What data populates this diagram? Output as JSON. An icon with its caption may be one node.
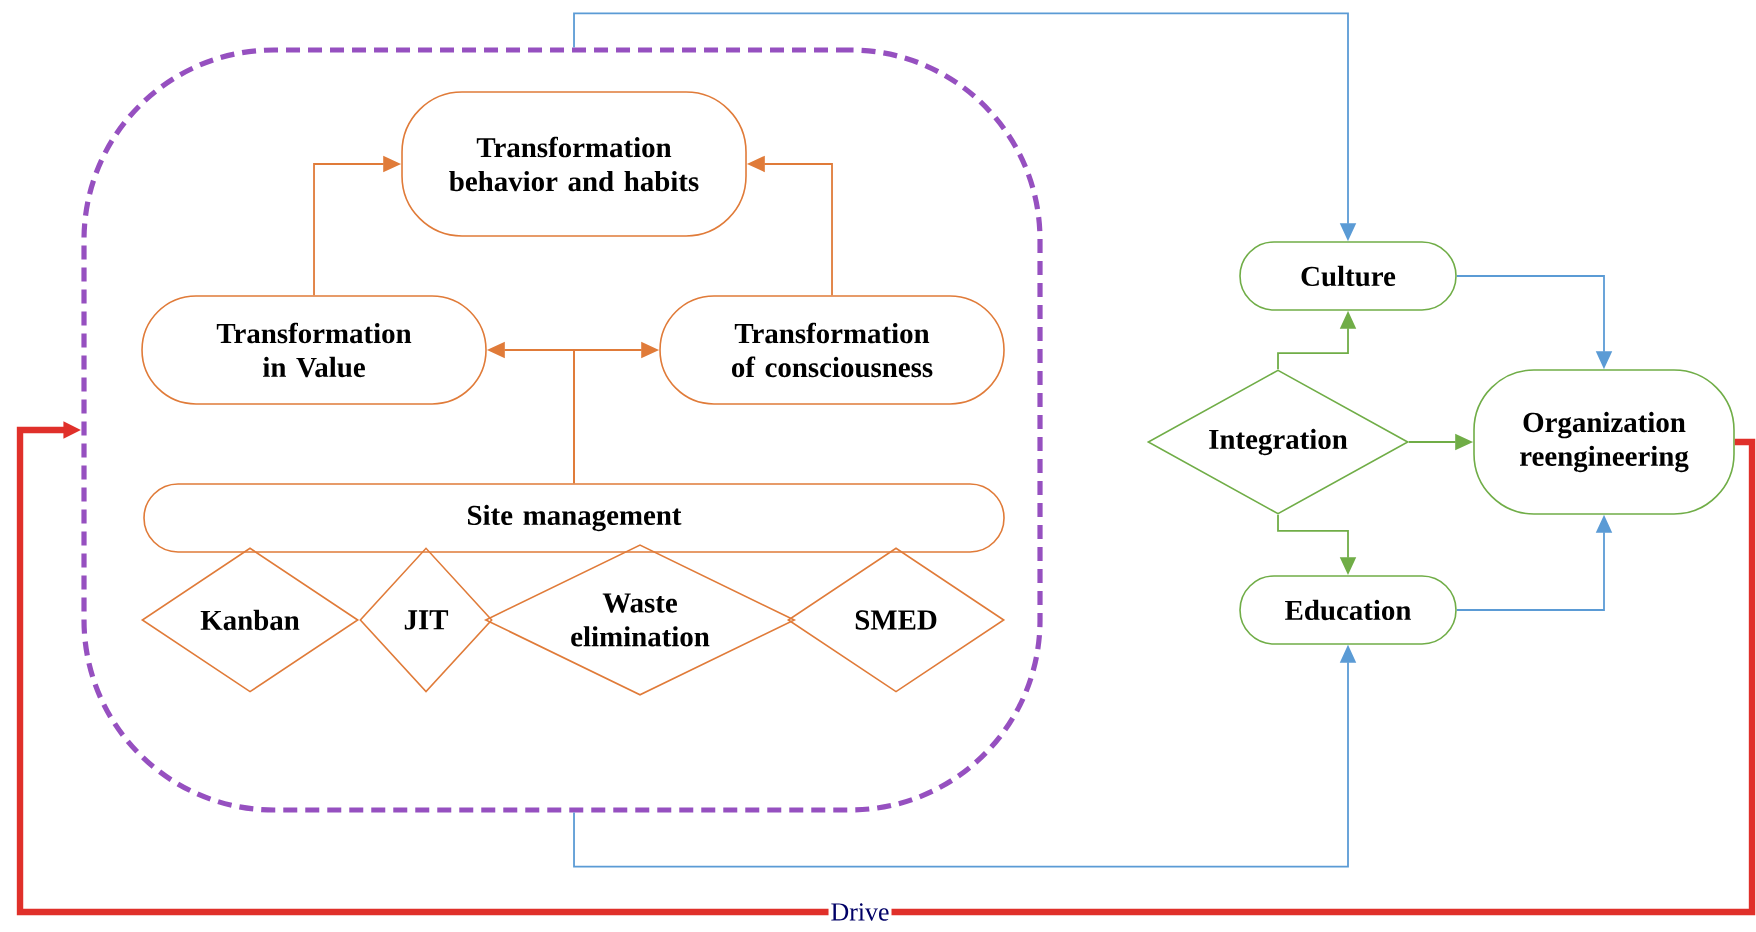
{
  "diagram": {
    "nodes": [
      {
        "text": [],
        "shape": "box"
      },
      {
        "text": [
          "Transformation behavior and habits"
        ],
        "in": 0
      },
      {
        "text": [
          "Transformation in Value"
        ],
        "in": 0
      },
      {
        "text": [
          "Transformation of consciousness"
        ],
        "in": 0
      },
      {
        "text": [
          "Site management"
        ],
        "in": 0
      },
      {
        "text": [
          "Kanban"
        ],
        "in": 0
      },
      {
        "text": [
          "JIT"
        ],
        "in": 0
      },
      {
        "text": [
          "Waste elimination"
        ],
        "in": 0
      },
      {
        "text": [
          "SMED"
        ],
        "in": 0
      },
      {
        "text": [
          "Culture"
        ]
      },
      {
        "text": [
          "Integration"
        ]
      },
      {
        "text": [
          "Organization reengineering"
        ]
      },
      {
        "text": [
          "Education"
        ]
      }
    ],
    "edges": [
      {
        "from": 2,
        "to": 1,
        "arrow": "to"
      },
      {
        "from": 3,
        "to": 1,
        "arrow": "to"
      },
      {
        "from": 4,
        "to": 2,
        "arrow": "to"
      },
      {
        "from": 4,
        "to": 3,
        "arrow": "to"
      },
      {
        "from": 0,
        "to": 9,
        "arrow": "to",
        "color": "#5b9bd5"
      },
      {
        "from": 0,
        "to": 12,
        "arrow": "to",
        "color": "#5b9bd5"
      },
      {
        "from": 10,
        "to": 9,
        "arrow": "to",
        "color": "#70ad47"
      },
      {
        "from": 10,
        "to": 11,
        "arrow": "to",
        "color": "#70ad47"
      },
      {
        "from": 10,
        "to": 12,
        "arrow": "to",
        "color": "#70ad47"
      },
      {
        "from": 9,
        "to": 11,
        "arrow": "to",
        "color": "#5b9bd5"
      },
      {
        "from": 12,
        "to": 11,
        "arrow": "to",
        "color": "#5b9bd5"
      },
      {
        "from": 11,
        "to": 0,
        "arrow": "to",
        "label": "Drive",
        "style": "thick",
        "color": "#e0302a"
      }
    ]
  }
}
